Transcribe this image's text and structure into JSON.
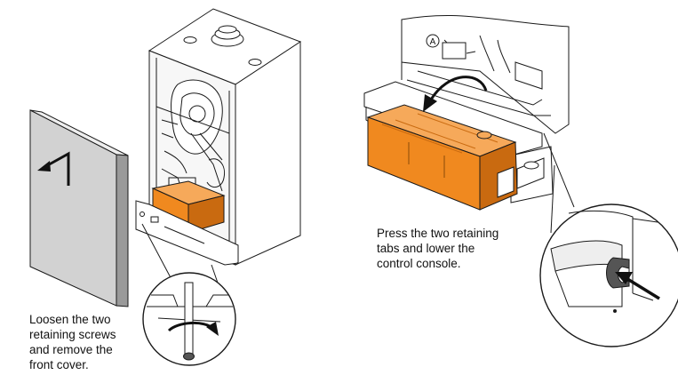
{
  "captions": {
    "left": [
      "Loosen the two",
      "retaining screws",
      "and remove the",
      "front cover."
    ],
    "right": [
      "Press the two retaining",
      "tabs and lower the",
      "control console."
    ]
  },
  "callout_label": "A",
  "colors": {
    "line": "#1a1a1a",
    "panel": "#d2d2d2",
    "panel_side": "#9a9a9a",
    "console_orange": "#f0891f",
    "console_orange_dark": "#c96a10",
    "console_orange_light": "#f6a95a",
    "white": "#ffffff"
  },
  "icons": [
    "arrow-icon",
    "curved-arrow-icon",
    "screwdriver-icon",
    "rotation-arrow-icon",
    "push-arrow-icon"
  ]
}
